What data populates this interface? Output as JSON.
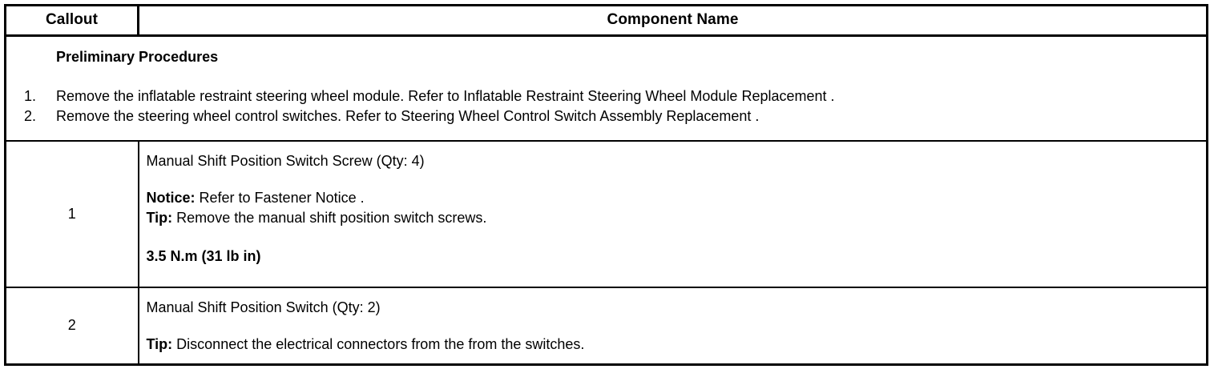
{
  "table": {
    "headers": {
      "callout": "Callout",
      "component": "Component Name"
    },
    "preliminary": {
      "title": "Preliminary Procedures",
      "steps": [
        {
          "num": "1.",
          "text": "Remove the inflatable restraint steering wheel module. Refer to Inflatable Restraint Steering Wheel Module Replacement ."
        },
        {
          "num": "2.",
          "text": "Remove the steering wheel control switches. Refer to Steering Wheel Control Switch Assembly Replacement ."
        }
      ]
    },
    "rows": [
      {
        "callout": "1",
        "title": "Manual Shift Position Switch Screw (Qty: 4)",
        "notice_lead": "Notice:",
        "notice_text": " Refer to Fastener Notice .",
        "tip_lead": "Tip:",
        "tip_text": " Remove the manual shift position switch screws.",
        "torque": "3.5 N.m (31 lb in)"
      },
      {
        "callout": "2",
        "title": "Manual Shift Position Switch (Qty: 2)",
        "tip_lead": "Tip:",
        "tip_text": " Disconnect the electrical connectors from the from the switches."
      }
    ]
  },
  "colors": {
    "border": "#000000",
    "text": "#000000",
    "background": "#ffffff"
  }
}
